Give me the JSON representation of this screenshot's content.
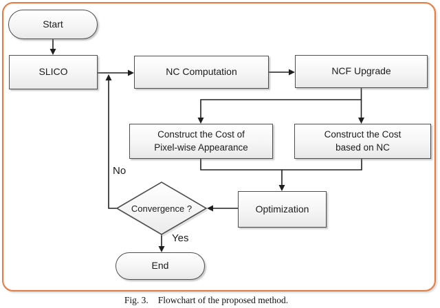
{
  "figure": {
    "caption_label": "Fig. 3.",
    "caption_text": "Flowchart of the proposed method."
  },
  "flowchart": {
    "nodes": {
      "start": "Start",
      "slico": "SLICO",
      "nc_computation": "NC Computation",
      "ncf_upgrade": "NCF Upgrade",
      "construct_pixel": "Construct the Cost of\nPixel-wise Appearance",
      "construct_nc": "Construct the Cost\nbased on NC",
      "optimization": "Optimization",
      "convergence": "Convergence ?",
      "end": "End"
    },
    "edge_labels": {
      "no": "No",
      "yes": "Yes"
    },
    "colors": {
      "frame": "#df7f47",
      "node_border": "#4d4d4d",
      "connector": "#1f1f1f",
      "node_fill_top": "#ffffff",
      "node_fill_bottom": "#e9e9e9"
    }
  }
}
